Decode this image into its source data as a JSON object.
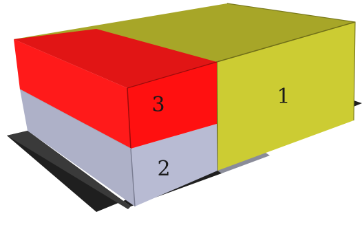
{
  "diagram": {
    "blocks": [
      {
        "id": "block-1",
        "label": "1",
        "color": "#cccc33"
      },
      {
        "id": "block-2",
        "label": "2",
        "color": "#b8bbd3"
      },
      {
        "id": "block-3",
        "label": "3",
        "color": "#ff1a1a"
      }
    ],
    "ground_color": "#1f1f1f"
  }
}
